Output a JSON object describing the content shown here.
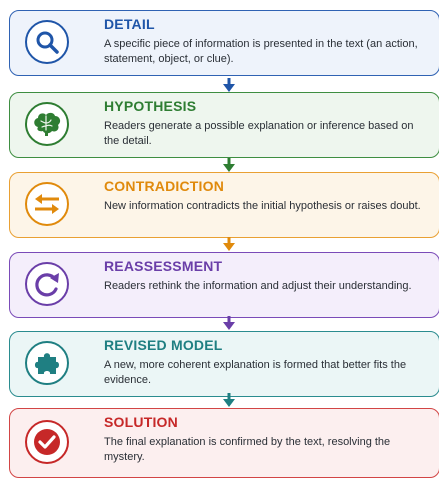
{
  "steps": [
    {
      "title": "DETAIL",
      "desc": "A specific piece of information is presented in the text (an action, statement, object, or clue).",
      "icon": "magnifier-icon",
      "accent": "#1f55a8",
      "bg": "#eef3fb",
      "border": "#2f62b3"
    },
    {
      "title": "HYPOTHESIS",
      "desc": "Readers generate a possible explanation or inference based on the detail.",
      "icon": "brain-icon",
      "accent": "#2e7d32",
      "bg": "#eef6ee",
      "border": "#3e8e41"
    },
    {
      "title": "CONTRADICTION",
      "desc": "New information contradicts the initial hypothesis or raises doubt.",
      "icon": "swap-arrows-icon",
      "accent": "#e08a0c",
      "bg": "#fdf5e8",
      "border": "#e9a033"
    },
    {
      "title": "REASSESSMENT",
      "desc": "Readers rethink the information and adjust their understanding.",
      "icon": "refresh-icon",
      "accent": "#6a3ea8",
      "bg": "#f4eefb",
      "border": "#7a4bb8"
    },
    {
      "title": "REVISED MODEL",
      "desc": "A new, more coherent explanation is formed that better fits the evidence.",
      "icon": "puzzle-piece-icon",
      "accent": "#1f7f82",
      "bg": "#ebf6f6",
      "border": "#2a8c8f"
    },
    {
      "title": "SOLUTION",
      "desc": "The final explanation is confirmed by the text, resolving the mystery.",
      "icon": "checkmark-icon",
      "accent": "#c62828",
      "bg": "#fcefef",
      "border": "#d24545"
    }
  ]
}
